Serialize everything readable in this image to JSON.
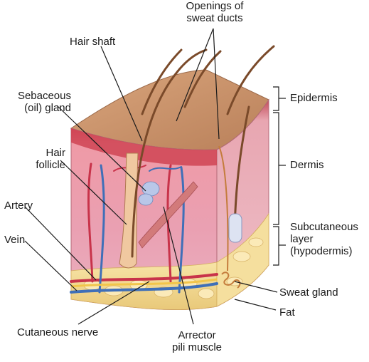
{
  "labels": {
    "openings_line1": "Openings of",
    "openings_line2": "sweat ducts",
    "hair_shaft": "Hair shaft",
    "sebaceous_line1": "Sebaceous",
    "sebaceous_line2": "(oil) gland",
    "hair_follicle_line1": "Hair",
    "hair_follicle_line2": "follicle",
    "artery": "Artery",
    "vein": "Vein",
    "cutaneous_nerve": "Cutaneous nerve",
    "arrector_line1": "Arrector",
    "arrector_line2": "pili muscle",
    "epidermis": "Epidermis",
    "dermis": "Dermis",
    "subcutaneous_line1": "Subcutaneous",
    "subcutaneous_line2": "layer",
    "subcutaneous_line3": "(hypodermis)",
    "sweat_gland": "Sweat gland",
    "fat": "Fat"
  },
  "colors": {
    "epidermis_top": "#c9926a",
    "dermis": "#e9a3ad",
    "fat": "#f3dc9a",
    "artery": "#c8334a",
    "vein": "#3f6fb8",
    "nerve": "#f2c54b",
    "hair": "#7a4a2a"
  }
}
